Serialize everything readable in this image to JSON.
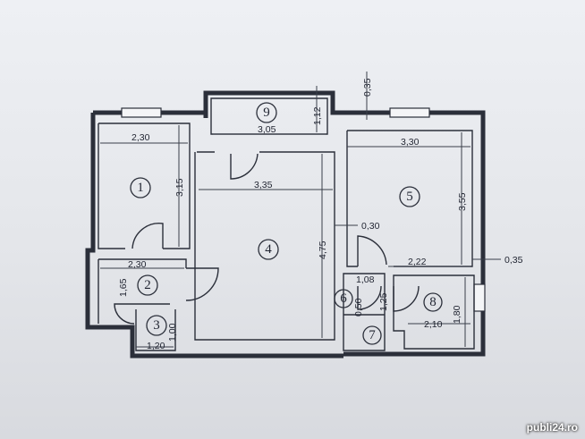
{
  "rooms": [
    {
      "id": "1",
      "dims": [
        "2,30",
        "3,15"
      ]
    },
    {
      "id": "2",
      "dims": [
        "2,30",
        "1,65"
      ]
    },
    {
      "id": "3",
      "dims": [
        "1,20",
        "1,00"
      ]
    },
    {
      "id": "4",
      "dims": [
        "3,35",
        "4,75"
      ]
    },
    {
      "id": "5",
      "dims": [
        "3,30",
        "3,55"
      ]
    },
    {
      "id": "6",
      "dims": [
        "1,08",
        "0,50"
      ]
    },
    {
      "id": "7",
      "dims": [
        "1,25"
      ]
    },
    {
      "id": "8",
      "dims": [
        "2,10",
        "1,80"
      ]
    },
    {
      "id": "9",
      "dims": [
        "3,05",
        "1,12"
      ]
    }
  ],
  "extra_dims": [
    "0,35",
    "0,30",
    "2,22",
    "0,35"
  ],
  "watermark": "publi24.ro"
}
